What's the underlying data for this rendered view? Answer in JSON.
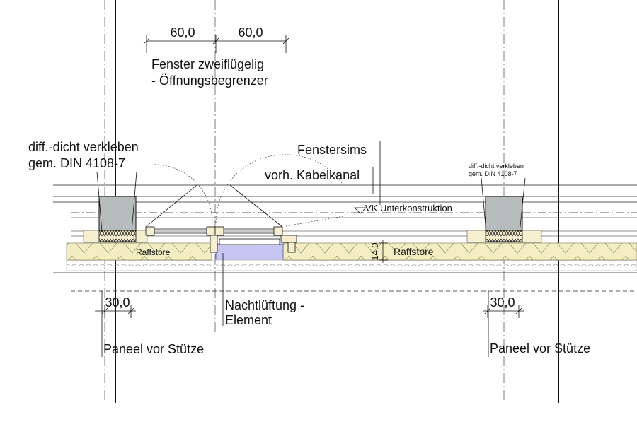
{
  "labels": {
    "dim_top_left": "60,0",
    "dim_top_right": "60,0",
    "window_title_line1": "Fenster zweiflügelig",
    "window_title_line2": "- Öffnungsbegrenzer",
    "seal_left_line1": "diff.-dicht verkleben",
    "seal_left_line2": "gem. DIN 4108-7",
    "seal_right_line1": "diff.-dicht verkleben",
    "seal_right_line2": "gem. DIN 4108-7",
    "sill": "Fenstersims",
    "cable_duct": "vorh. Kabelkanal",
    "substructure": "VK Unterkonstruktion",
    "blind_left": "Raffstore",
    "blind_right": "Raffstore",
    "dim_vertical": "14,0",
    "dim_bottom_left": "30,0",
    "dim_bottom_right": "30,0",
    "vent_line1": "Nachtlüftung -",
    "vent_line2": "Element",
    "panel_left": "Paneel vor Stütze",
    "panel_right": "Paneel vor Stütze"
  },
  "colors": {
    "line": "#111111",
    "insulation": "#f3eec2",
    "insulation_stroke": "#8c8560",
    "column": "#b6bcbc",
    "pad": "#f5efcf",
    "vent": "#c7c6f2",
    "vent_stroke": "#5a58a8"
  }
}
